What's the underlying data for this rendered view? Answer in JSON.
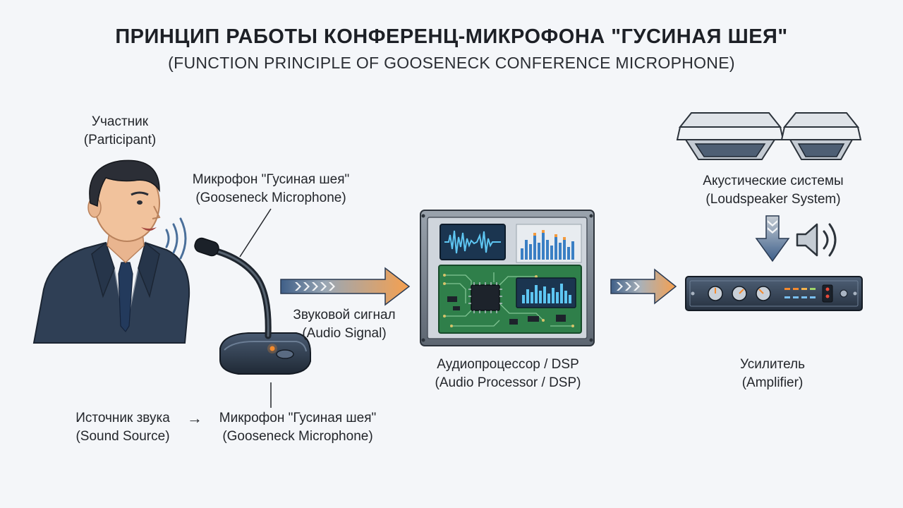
{
  "header": {
    "title": "ПРИНЦИП РАБОТЫ КОНФЕРЕНЦ-МИКРОФОНА \"ГУСИНАЯ ШЕЯ\"",
    "subtitle": "(FUNCTION PRINCIPLE OF GOOSENECK CONFERENCE MICROPHONE)"
  },
  "labels": {
    "participant": {
      "ru": "Участник",
      "en": "(Participant)"
    },
    "microphone": {
      "ru": "Микрофон \"Гусиная шея\"",
      "en": "(Gooseneck Microphone)"
    },
    "audio_signal": {
      "ru": "Звуковой сигнал",
      "en": "(Audio Signal)"
    },
    "processor": {
      "ru": "Аудиопроцессор / DSP",
      "en": "(Audio Processor / DSP)"
    },
    "speakers": {
      "ru": "Акустические системы",
      "en": "(Loudspeaker System)"
    },
    "amplifier": {
      "ru": "Усилитель",
      "en": "(Amplifier)"
    },
    "source": {
      "ru": "Источник звука",
      "en": "(Sound Source)"
    },
    "arrow": "→",
    "mic_bottom": {
      "ru": "Микрофон \"Гусиная шея\"",
      "en": "(Gooseneck Microphone)"
    }
  },
  "colors": {
    "arrow_orange": "#f4a45c",
    "arrow_blue": "#3d5f8a",
    "pcb_green": "#2f7f4a",
    "screen_blue": "#1b3550",
    "suit": "#2f3f55"
  },
  "icons": [
    "person",
    "gooseneck-microphone",
    "dsp-rack",
    "amplifier",
    "ceiling-speaker",
    "speaker-volume-icon",
    "sound-waves-icon"
  ]
}
